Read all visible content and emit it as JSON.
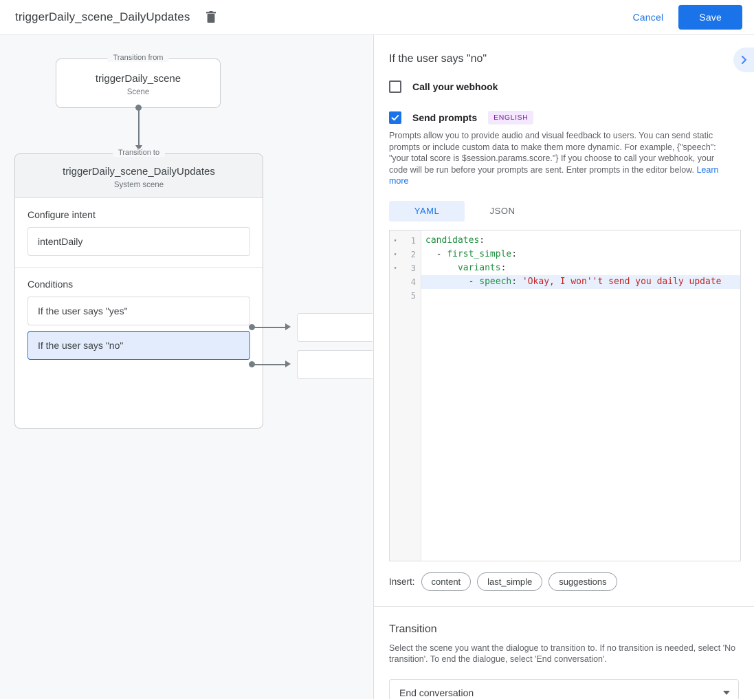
{
  "topbar": {
    "title": "triggerDaily_scene_DailyUpdates",
    "delete_icon": "trash-icon",
    "cancel_label": "Cancel",
    "save_label": "Save"
  },
  "canvas": {
    "from": {
      "legend": "Transition from",
      "title": "triggerDaily_scene",
      "subtitle": "Scene"
    },
    "to": {
      "legend": "Transition to",
      "title": "triggerDaily_scene_DailyUpdates",
      "subtitle": "System scene"
    },
    "intent_section": {
      "label": "Configure intent",
      "value": "intentDaily"
    },
    "conditions_section": {
      "label": "Conditions",
      "items": [
        {
          "label": "If the user says \"yes\"",
          "selected": false
        },
        {
          "label": "If the user says \"no\"",
          "selected": true
        }
      ]
    },
    "stub_boxes": [
      {
        "label": ""
      },
      {
        "label": ""
      }
    ]
  },
  "panel": {
    "title": "If the user says \"no\"",
    "expand_icon": "chevron-right-icon",
    "webhook": {
      "label": "Call your webhook",
      "checked": false
    },
    "prompts": {
      "label": "Send prompts",
      "checked": true,
      "badge": "ENGLISH",
      "helper": "Prompts allow you to provide audio and visual feedback to users. You can send static prompts or include custom data to make them more dynamic. For example, {\"speech\": \"your total score is $session.params.score.\"} If you choose to call your webhook, your code will be run before your prompts are sent. Enter prompts in the editor below. ",
      "helper_link": "Learn more"
    },
    "editor": {
      "tabs": [
        {
          "label": "YAML",
          "active": true
        },
        {
          "label": "JSON",
          "active": false
        }
      ],
      "lines": [
        {
          "num": "1",
          "fold": "▾",
          "highlight": false,
          "tokens": [
            {
              "t": "candidates",
              "c": "k"
            },
            {
              "t": ":",
              "c": "p"
            }
          ]
        },
        {
          "num": "2",
          "fold": "▾",
          "highlight": false,
          "tokens": [
            {
              "t": "  - ",
              "c": "p"
            },
            {
              "t": "first_simple",
              "c": "k"
            },
            {
              "t": ":",
              "c": "p"
            }
          ]
        },
        {
          "num": "3",
          "fold": "▾",
          "highlight": false,
          "tokens": [
            {
              "t": "      ",
              "c": "p"
            },
            {
              "t": "variants",
              "c": "k"
            },
            {
              "t": ":",
              "c": "p"
            }
          ]
        },
        {
          "num": "4",
          "fold": "",
          "highlight": true,
          "tokens": [
            {
              "t": "        - ",
              "c": "p"
            },
            {
              "t": "speech",
              "c": "k"
            },
            {
              "t": ": ",
              "c": "p"
            },
            {
              "t": "'Okay, I won''t send you daily update",
              "c": "s"
            }
          ]
        },
        {
          "num": "5",
          "fold": "",
          "highlight": false,
          "tokens": []
        }
      ]
    },
    "insert": {
      "label": "Insert:",
      "chips": [
        "content",
        "last_simple",
        "suggestions"
      ]
    },
    "transition": {
      "title": "Transition",
      "description": "Select the scene you want the dialogue to transition to. If no transition is needed, select 'No transition'. To end the dialogue, select 'End conversation'.",
      "select_value": "End conversation",
      "caret_icon": "chevron-down-icon"
    }
  },
  "colors": {
    "accent": "#1a73e8",
    "canvas_bg": "#f7f8f9",
    "badge_bg": "#f3e8fd",
    "badge_fg": "#7b1fa2",
    "string": "#c5221f",
    "key": "#1e8e3e"
  }
}
